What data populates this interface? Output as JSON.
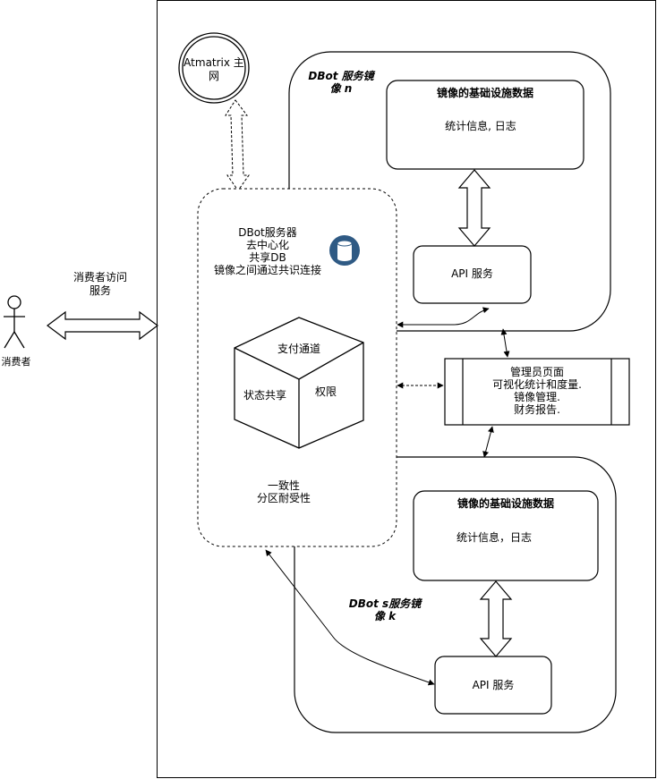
{
  "actor": {
    "label": "消费者"
  },
  "consumer_access": {
    "line1": "消费者访问",
    "line2": "服务"
  },
  "atmatrix": {
    "line1": "Atmatrix 主",
    "line2": "网"
  },
  "dbot_server": {
    "line1": "DBot服务器",
    "line2": "去中心化",
    "line3": "共享DB",
    "line4": "镜像之间通过共识连接",
    "cube_top": "支付通道",
    "cube_left": "状态共享",
    "cube_right": "权限",
    "bottom1": "一致性",
    "bottom2": "分区耐受性"
  },
  "mirror_n": {
    "title1": "DBot 服务镜",
    "title2": "像 n",
    "infra_title": "镜像的基础设施数据",
    "infra_sub": "统计信息, 日志",
    "api": "API 服务"
  },
  "admin": {
    "line1": "管理员页面",
    "line2": "可视化统计和度量.",
    "line3": "镜像管理.",
    "line4": "财务报告."
  },
  "mirror_k": {
    "title1": "DBot s服务镜",
    "title2": "像 k",
    "infra_title": "镜像的基础设施数据",
    "infra_sub": "统计信息，日志",
    "api": "API 服务"
  }
}
